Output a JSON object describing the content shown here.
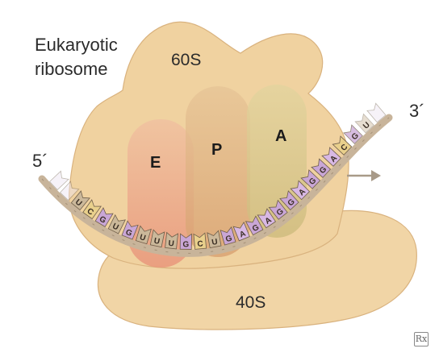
{
  "diagram": {
    "title_line1": "Eukaryotic",
    "title_line2": "ribosome",
    "large_subunit": "60S",
    "small_subunit": "40S",
    "sites": [
      "E",
      "P",
      "A"
    ],
    "five_prime": "5´",
    "three_prime": "3´",
    "mrna_bases": [
      "",
      "",
      "U",
      "C",
      "G",
      "U",
      "G",
      "U",
      "U",
      "U",
      "G",
      "C",
      "U",
      "G",
      "A",
      "G",
      "A",
      "G",
      "G",
      "A",
      "G",
      "G",
      "A",
      "C",
      "G",
      "U",
      ""
    ],
    "direction": "arrow-right",
    "logo": "Rx"
  },
  "colors": {
    "ribosome_fill": "#f0d2a0",
    "ribosome_stroke": "#d9b27e",
    "mrna_strand": "#c8b49a",
    "base_U": "#cbb89a",
    "base_G": "#c9a6d6",
    "base_C": "#e9d08c",
    "base_A": "#d8b8e4",
    "site_E": "#eca083",
    "site_P": "#e4b080",
    "site_A": "#d6c68a",
    "arrow": "#a89a88"
  }
}
